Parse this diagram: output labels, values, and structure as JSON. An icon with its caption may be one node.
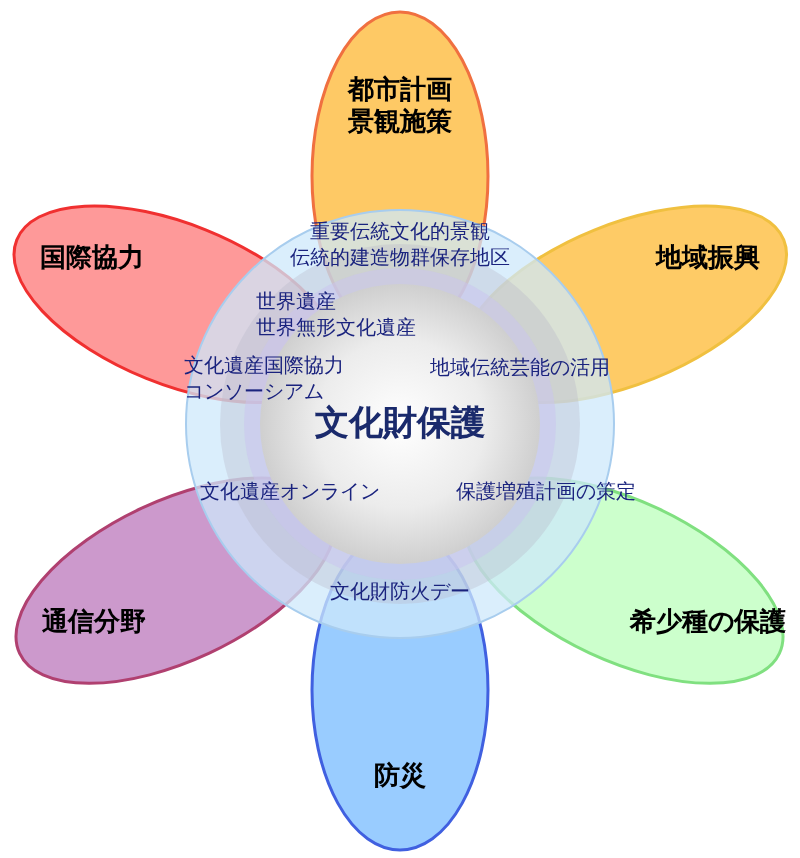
{
  "diagram": {
    "nodes": [
      {
        "text": [
          "文化財保護"
        ]
      },
      {
        "text": [
          "都市計画",
          "景観施策"
        ]
      },
      {
        "text": [
          "地域振興"
        ]
      },
      {
        "text": [
          "希少種の保護"
        ]
      },
      {
        "text": [
          "防災"
        ]
      },
      {
        "text": [
          "通信分野"
        ]
      },
      {
        "text": [
          "国際協力"
        ]
      }
    ],
    "labels": [
      "重要伝統文化的景観",
      "伝統的建造物群保存地区",
      "世界遺産",
      "世界無形文化遺産",
      "文化遺産国際協力コンソーシアム",
      "地域伝統芸能の活用",
      "文化遺産オンライン",
      "保護増殖計画の策定",
      "文化財防火デー"
    ]
  }
}
